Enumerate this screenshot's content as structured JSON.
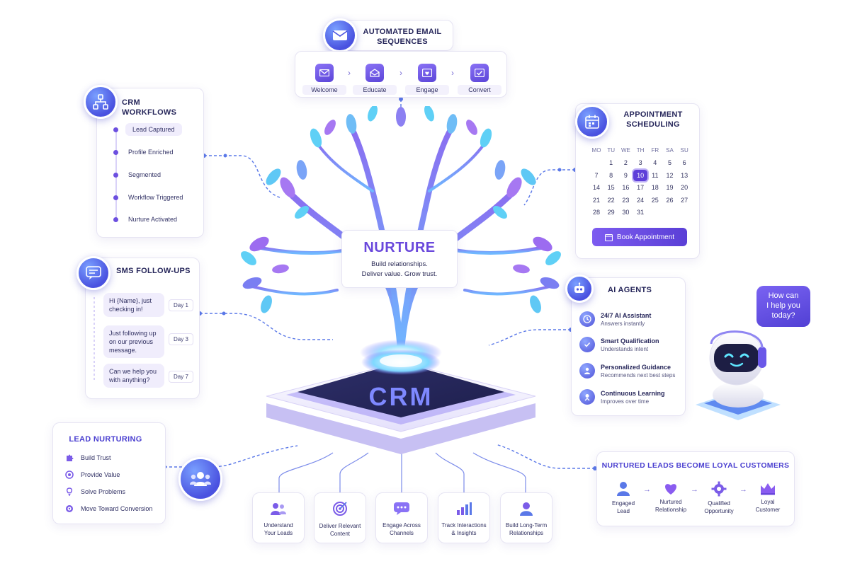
{
  "email": {
    "title": "AUTOMATED EMAIL SEQUENCES",
    "steps": [
      "Welcome",
      "Educate",
      "Engage",
      "Convert"
    ]
  },
  "workflows": {
    "title": "CRM WORKFLOWS",
    "items": [
      "Lead Captured",
      "Profile Enriched",
      "Segmented",
      "Workflow Triggered",
      "Nurture Activated"
    ]
  },
  "appointment": {
    "title": "APPOINTMENT SCHEDULING",
    "weekdays": [
      "MO",
      "TU",
      "WE",
      "TH",
      "FR",
      "SA",
      "SU"
    ],
    "days": [
      "1",
      "2",
      "3",
      "4",
      "5",
      "6",
      "7",
      "8",
      "9",
      "10",
      "11",
      "12",
      "13",
      "14",
      "15",
      "16",
      "17",
      "18",
      "19",
      "20",
      "21",
      "22",
      "23",
      "24",
      "25",
      "26",
      "27",
      "28",
      "29",
      "30",
      "31"
    ],
    "selected_day": "10",
    "button": "Book Appointment"
  },
  "sms": {
    "title": "SMS FOLLOW-UPS",
    "messages": [
      {
        "text": "Hi {Name}, just checking in!",
        "day": "Day 1"
      },
      {
        "text": "Just following up on our previous message.",
        "day": "Day 3"
      },
      {
        "text": "Can we help you with anything?",
        "day": "Day 7"
      }
    ]
  },
  "center": {
    "title": "NURTURE",
    "subtitle_1": "Build relationships.",
    "subtitle_2": "Deliver value. Grow trust.",
    "platform": "CRM"
  },
  "ai": {
    "title": "AI AGENTS",
    "items": [
      {
        "title": "24/7 AI Assistant",
        "desc": "Answers instantly"
      },
      {
        "title": "Smart Qualification",
        "desc": "Understands intent"
      },
      {
        "title": "Personalized Guidance",
        "desc": "Recommends next best steps"
      },
      {
        "title": "Continuous Learning",
        "desc": "Improves over time"
      }
    ],
    "bubble": [
      "How can",
      "I help you",
      "today?"
    ]
  },
  "lead": {
    "title": "LEAD NURTURING",
    "items": [
      "Build Trust",
      "Provide Value",
      "Solve Problems",
      "Move Toward Conversion"
    ]
  },
  "features": [
    {
      "line1": "Understand",
      "line2": "Your Leads"
    },
    {
      "line1": "Deliver Relevant",
      "line2": "Content"
    },
    {
      "line1": "Engage Across",
      "line2": "Channels"
    },
    {
      "line1": "Track Interactions",
      "line2": "& Insights"
    },
    {
      "line1": "Build Long-Term",
      "line2": "Relationships"
    }
  ],
  "journey": {
    "title": "NURTURED LEADS BECOME LOYAL CUSTOMERS",
    "stages": [
      {
        "line1": "Engaged",
        "line2": "Lead"
      },
      {
        "line1": "Nurtured",
        "line2": "Relationship"
      },
      {
        "line1": "Qualified",
        "line2": "Opportunity"
      },
      {
        "line1": "Loyal",
        "line2": "Customer"
      }
    ]
  },
  "colors": {
    "accent": "#5e3fd9",
    "badge": "#4a52e0",
    "tree_blue": "#56c6f5",
    "tree_purple": "#9a6cf0"
  }
}
